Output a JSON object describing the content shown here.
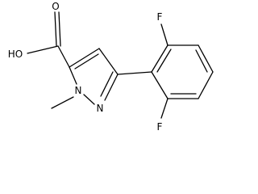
{
  "molecule": {
    "atoms": {
      "hydroxyl": "HO",
      "carbonyl_oxygen": "O",
      "ring_nitrogen_1": "N",
      "ring_nitrogen_2": "N",
      "fluorine_top": "F",
      "fluorine_bottom": "F"
    }
  },
  "colors": {
    "bond": "#000000",
    "label": "#000000",
    "background": "#ffffff"
  }
}
